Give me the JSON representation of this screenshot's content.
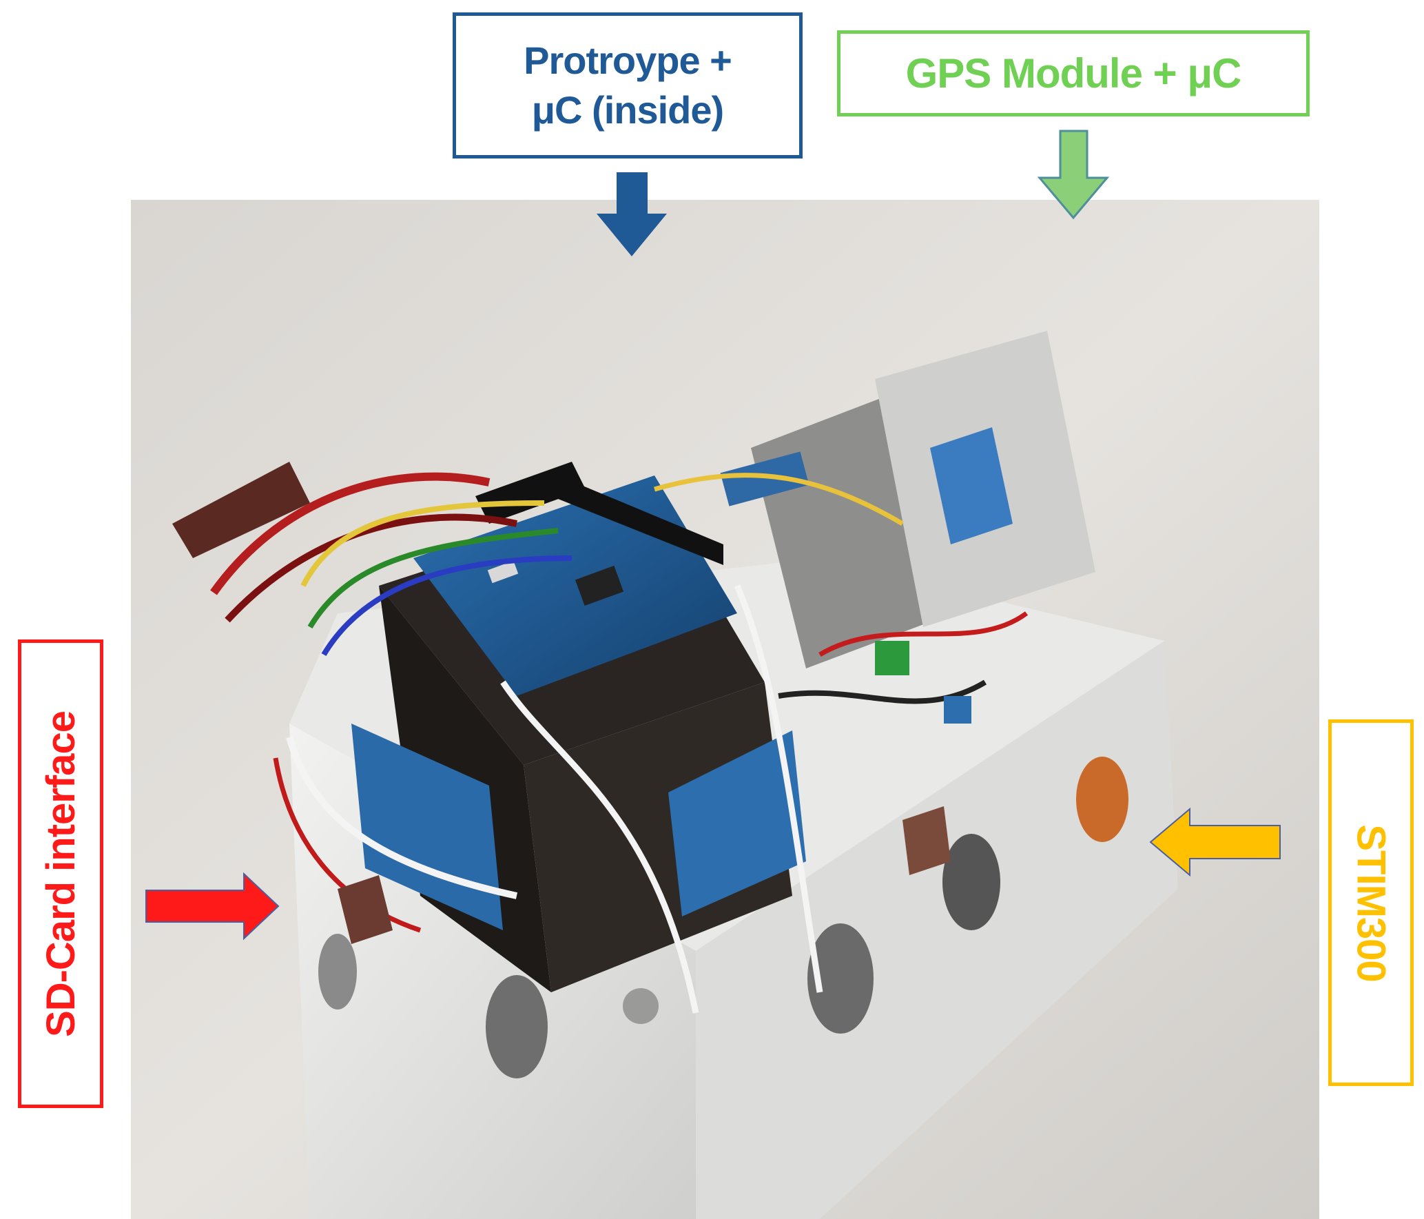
{
  "labels": {
    "prototype": {
      "line1": "Protroype +",
      "line2": "μC (inside)"
    },
    "gps": "GPS Module + μC",
    "sd_card": "SD-Card interface",
    "stim": "STIM300"
  },
  "colors": {
    "prototype": "#1f5a97",
    "gps": "#6fd053",
    "sd_card": "#ff1a1a",
    "stim": "#ffc000"
  }
}
